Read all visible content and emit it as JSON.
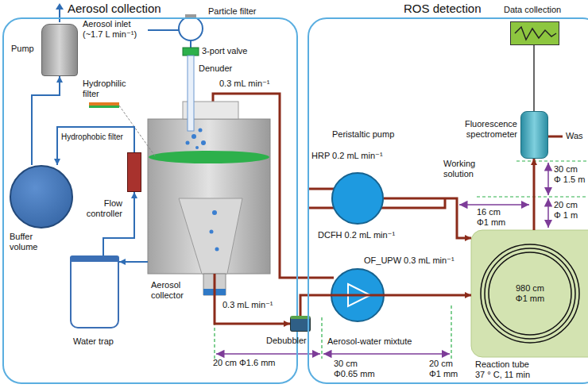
{
  "diagram": {
    "nodes": [
      {
        "text": [
          "Aerosol collection"
        ]
      },
      {
        "text": [
          "Pump"
        ],
        "in": 0
      },
      {
        "text": [
          "Buffer volume"
        ],
        "in": 0
      },
      {
        "text": [
          "Flow controller"
        ],
        "in": 0
      },
      {
        "text": [
          "Water trap"
        ],
        "in": 0
      },
      {
        "text": [
          "Aerosol collector"
        ],
        "in": 0
      },
      {
        "text": [
          "Debubbler"
        ]
      },
      {
        "text": [
          "ROS detection"
        ]
      },
      {
        "text": [
          "Peristaltic pump"
        ],
        "in": 7
      },
      {
        "text": [
          "Data collection"
        ],
        "in": 7
      },
      {
        "text": [
          "Fluorescence spectrometer"
        ],
        "in": 7
      },
      {
        "text": [
          "980 cm Φ1 mm",
          "Reaction tube 37 ° C, 11 min"
        ],
        "in": 7
      }
    ],
    "edges": [
      {
        "from": 2,
        "to": 1,
        "arrow": "to"
      },
      {
        "from": 3,
        "to": 2,
        "arrow": "to"
      },
      {
        "from": 5,
        "to": 4,
        "arrow": "to"
      },
      {
        "from": 4,
        "to": 3,
        "arrow": "to"
      },
      {
        "from": 5,
        "to": 6,
        "arrow": "to"
      },
      {
        "from": 6,
        "to": 11,
        "arrow": "to"
      },
      {
        "from": 8,
        "to": 11,
        "arrow": "to"
      },
      {
        "from": 11,
        "to": 10,
        "arrow": "to"
      },
      {
        "from": 10,
        "to": 9,
        "arrow": "none"
      }
    ],
    "labels": [
      "Aerosol inlet (~1.7 L min⁻¹)",
      "Particle filter",
      "3-port valve",
      "Denuder",
      "0.3 mL min⁻¹",
      "Hydrophilic filter",
      "Hydrophobic filter",
      "0.3 mL min⁻¹",
      "20 cm Φ1.6 mm",
      "HRP 0.2 mL min⁻¹",
      "DCFH 0.2 mL min⁻¹",
      "OF_UPW 0.3 mL min⁻¹",
      "Working solution",
      "Aerosol-water mixtute",
      "30 cm Φ0.65 mm",
      "20 cm Φ1 mm",
      "16 cm Φ1 mm",
      "30 cm Φ 1.5 m",
      "20 cm Φ 1 m",
      "Was"
    ]
  }
}
